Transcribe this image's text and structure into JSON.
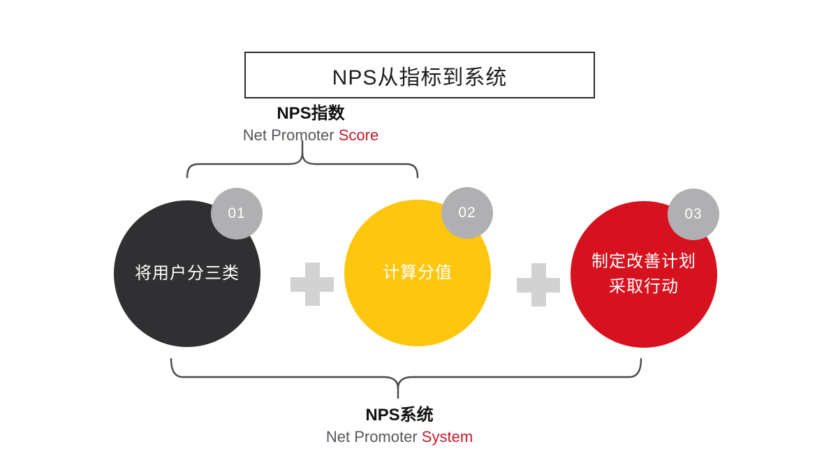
{
  "title": "NPS从指标到系统",
  "top_label": {
    "heading": "NPS指数",
    "subtitle_gray": "Net Promoter",
    "subtitle_red": "Score"
  },
  "bottom_label": {
    "heading": "NPS系统",
    "subtitle_gray": "Net Promoter",
    "subtitle_red": "System"
  },
  "steps": [
    {
      "number": "01",
      "line1": "将用户分三类",
      "line2": "",
      "color": "#303032"
    },
    {
      "number": "02",
      "line1": "计算分值",
      "line2": "",
      "color": "#fec60d"
    },
    {
      "number": "03",
      "line1": "制定改善计划",
      "line2": "采取行动",
      "color": "#d6121f"
    }
  ],
  "icons": {
    "step_separator": "plus-icon"
  },
  "colors": {
    "badge_gray": "#b0b0b2",
    "plus_gray": "#d2d2d2",
    "accent_red": "#c41a2b",
    "subtitle_gray": "#54565a",
    "brace_stroke": "#47484a",
    "circle_dark": "#303032",
    "circle_yellow": "#fec60d",
    "circle_red": "#d6121f"
  }
}
